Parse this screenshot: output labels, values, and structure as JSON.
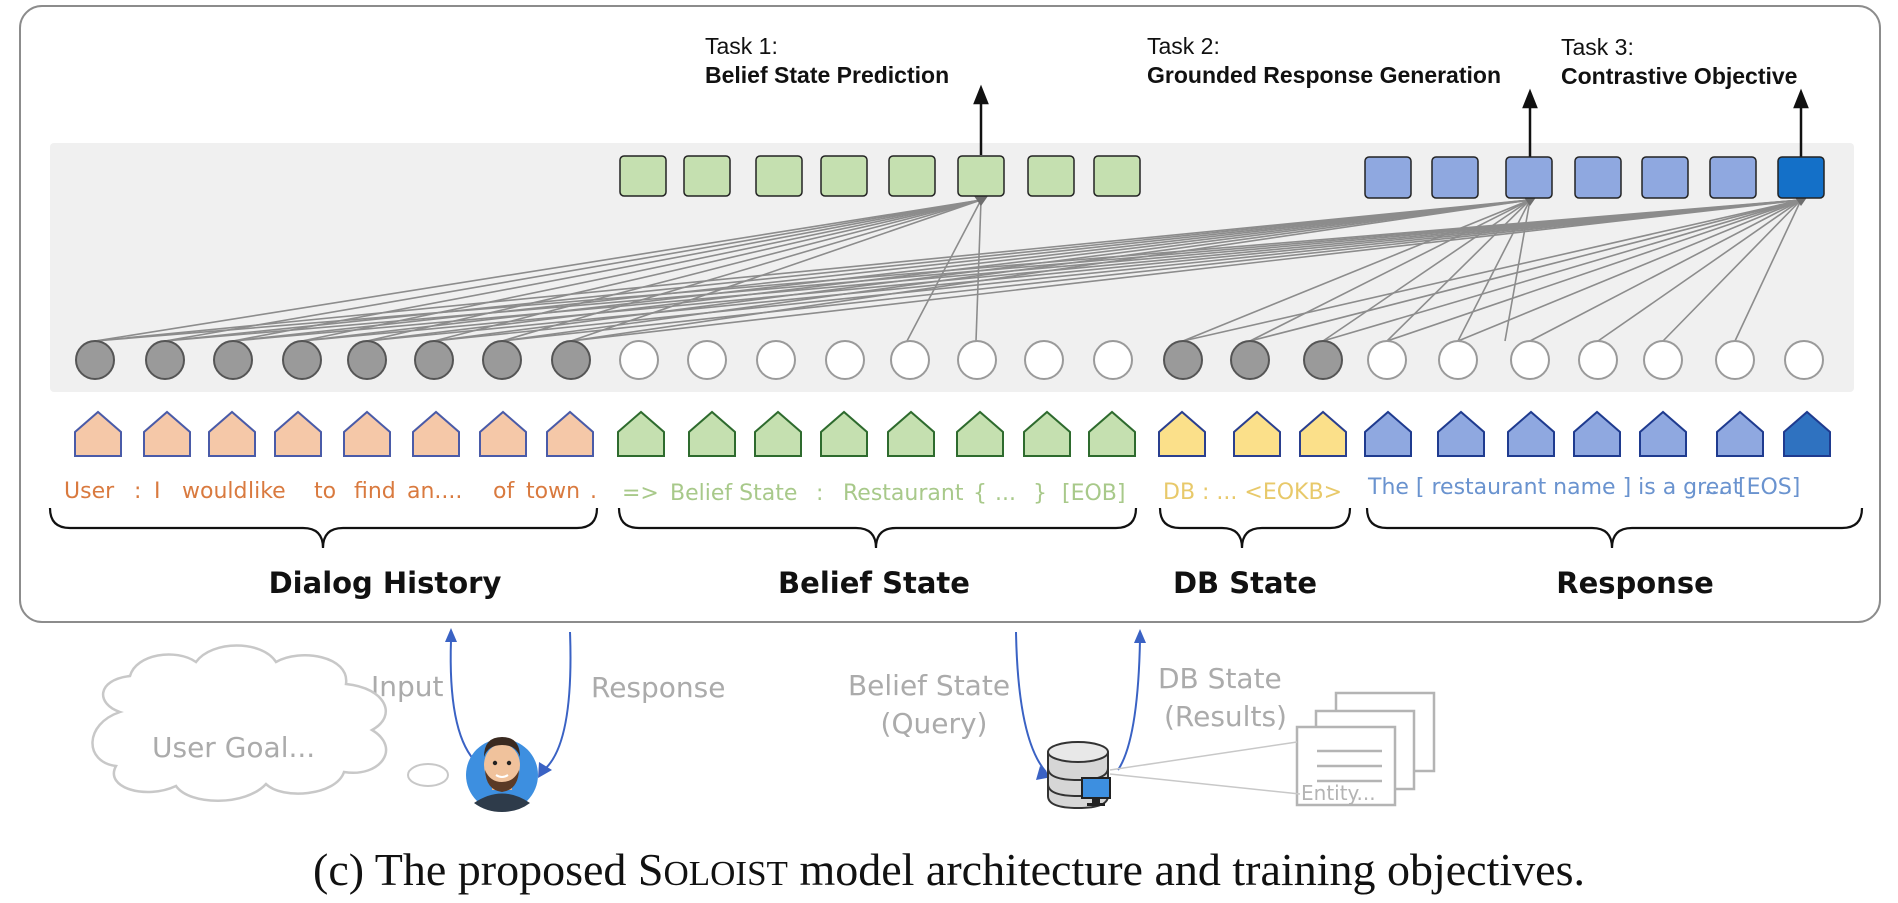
{
  "tasks": [
    {
      "number": "Task 1:",
      "name": "Belief State Prediction"
    },
    {
      "number": "Task 2:",
      "name": "Grounded Response Generation"
    },
    {
      "number": "Task 3:",
      "name": "Contrastive Objective"
    }
  ],
  "sequence": {
    "dialog_history": {
      "label": "Dialog History",
      "color": "#d97a3f",
      "tokens": [
        "User",
        ":",
        "I",
        "would",
        "like",
        "to",
        "find",
        "an....",
        "of",
        "town",
        "."
      ]
    },
    "belief_state": {
      "label": "Belief State",
      "color": "#a8c98a",
      "tokens": [
        "=>",
        "Belief State",
        ":",
        "Restaurant",
        "{",
        "...",
        "}",
        "[EOB]"
      ]
    },
    "db_state": {
      "label": "DB State",
      "color": "#e8c96a",
      "tokens": [
        "DB : ... <EOKB>"
      ]
    },
    "response": {
      "label": "Response",
      "color": "#6a93cf",
      "tokens": [
        "The [ restaurant name ] is a great",
        "...",
        "[EOS]"
      ]
    }
  },
  "flow": {
    "input": "Input",
    "response": "Response",
    "belief_query_line1": "Belief State",
    "belief_query_line2": "(Query)",
    "db_results_line1": "DB State",
    "db_results_line2": "(Results)",
    "user_goal": "User Goal...",
    "entity": "Entity..."
  },
  "caption": {
    "prefix": "(c) The proposed ",
    "name_initial": "S",
    "name_rest": "OLOIST",
    "suffix": " model architecture and training objectives."
  },
  "colors": {
    "history_fill": "#f5c8a8",
    "history_stroke": "#4a5ba8",
    "belief_fill": "#c5e0b0",
    "belief_stroke": "#2e6b2e",
    "db_fill": "#fbe08a",
    "db_stroke": "#2a3f8f",
    "resp_fill": "#8fa8e0",
    "resp_stroke": "#1f3b8f",
    "eos_fill": "#2f72c0",
    "contrast_fill": "#1470c8",
    "gray_node": "#9a9a9a",
    "panel": "#f0f0f0"
  }
}
